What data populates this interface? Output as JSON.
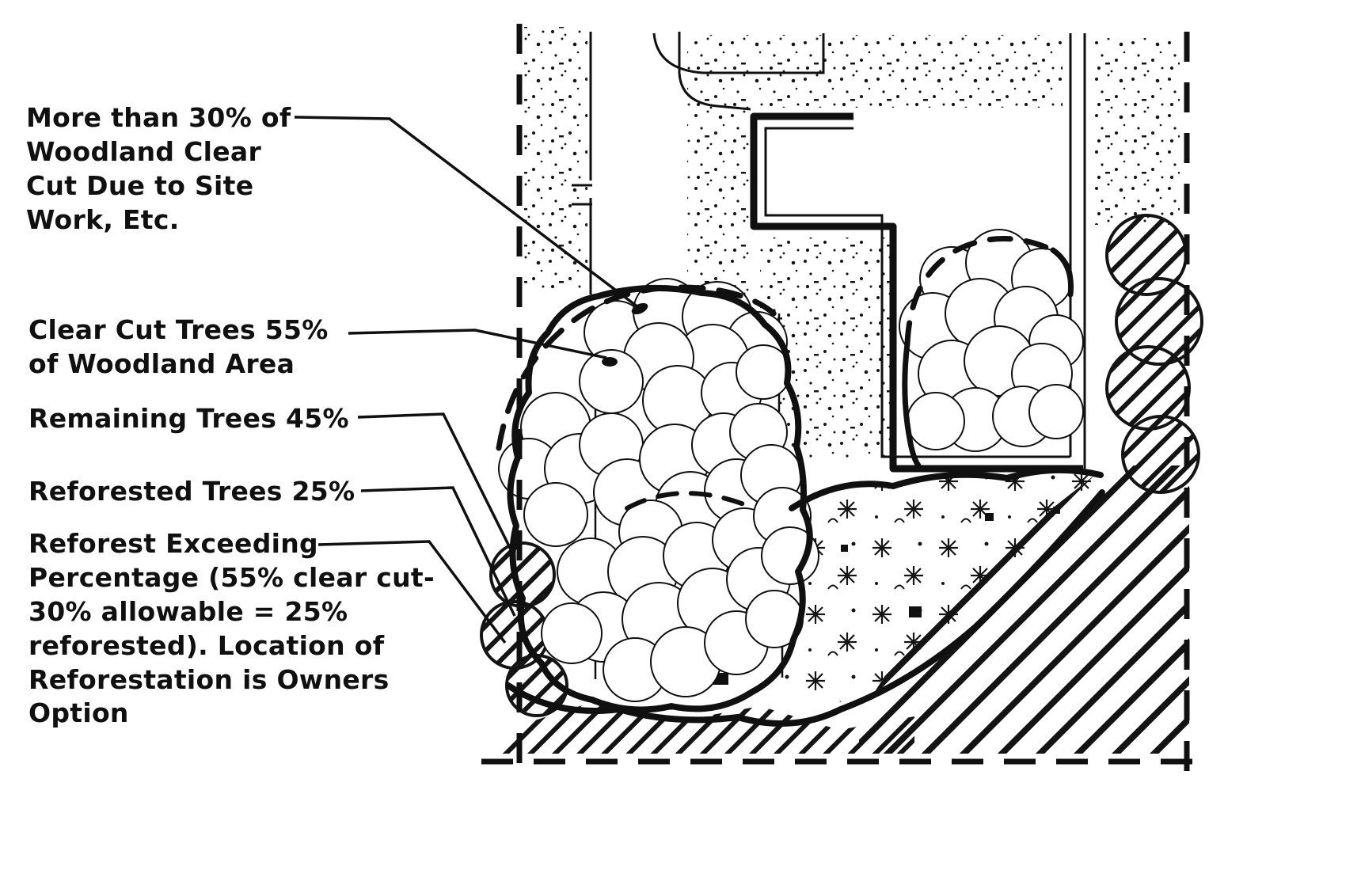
{
  "figure": {
    "description": "Hand-drawn woodland clear-cut and reforestation site plan diagram",
    "background_color": "#ffffff",
    "ink_color": "#101010"
  },
  "labels": {
    "clear_cut_30": "More than 30% of\nWoodland Clear\nCut Due to Site\nWork, Etc.",
    "clear_cut_55": "Clear Cut Trees 55%\nof Woodland Area",
    "remaining_45": "Remaining Trees 45%",
    "reforested_25": "Reforested Trees 25%",
    "reforest_exceeding": "Reforest Exceeding\nPercentage (55% clear cut-\n30% allowable = 25%\nreforested).  Location of\nReforestation is Owners\nOption"
  }
}
